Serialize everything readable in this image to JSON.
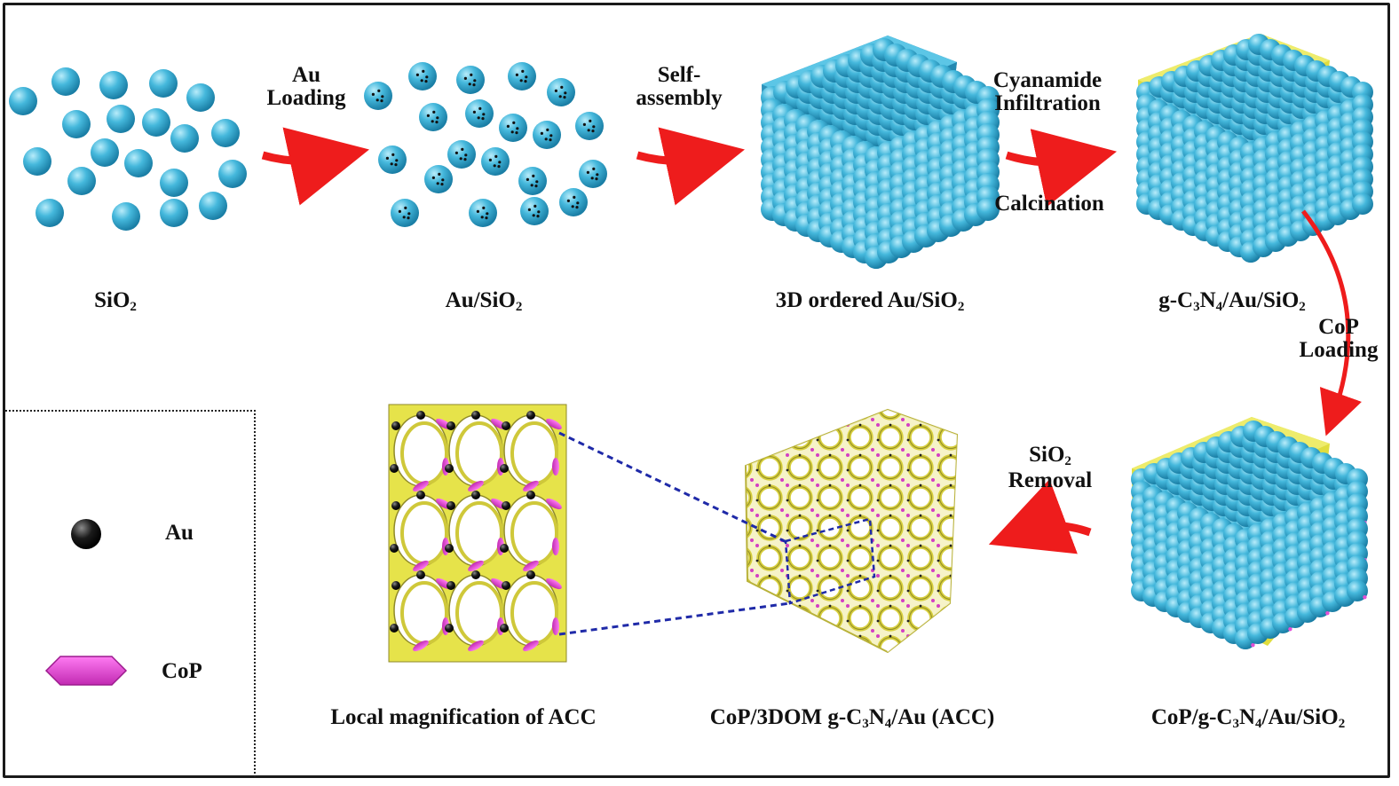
{
  "steps": {
    "au_loading": [
      "Au",
      "Loading"
    ],
    "self_assembly": [
      "Self-",
      "assembly"
    ],
    "cyanamide": [
      "Cyanamide",
      "Infiltration"
    ],
    "calcination": "Calcination",
    "cop_loading": [
      "CoP",
      "Loading"
    ],
    "sio2_removal": {
      "line1_pre": "SiO",
      "line1_sub": "2",
      "line2": "Removal"
    }
  },
  "labels": {
    "sio2": {
      "pre": "SiO",
      "sub": "2"
    },
    "au_sio2": {
      "pre": "Au/SiO",
      "sub": "2"
    },
    "ordered": {
      "pre": "3D ordered Au/SiO",
      "sub": "2"
    },
    "gcn": {
      "a": "g-C",
      "s1": "3",
      "b": "N",
      "s2": "4",
      "c": "/Au/SiO",
      "s3": "2"
    },
    "cop_gcn": {
      "a": "CoP/g-C",
      "s1": "3",
      "b": "N",
      "s2": "4",
      "c": "/Au/SiO",
      "s3": "2"
    },
    "acc": {
      "a": "CoP/3DOM g-C",
      "s1": "3",
      "b": "N",
      "s2": "4",
      "c": "/Au (ACC)"
    },
    "local": "Local magnification of ACC"
  },
  "legend": {
    "au": "Au",
    "cop": "CoP"
  },
  "colors": {
    "sphere": "#45b8dc",
    "sphere_dark": "#1a7ea5",
    "arrow": "#ee1c1c",
    "framework": "#e6e34a",
    "cop": "#e24fd6",
    "dashed": "#1f2aa8"
  }
}
